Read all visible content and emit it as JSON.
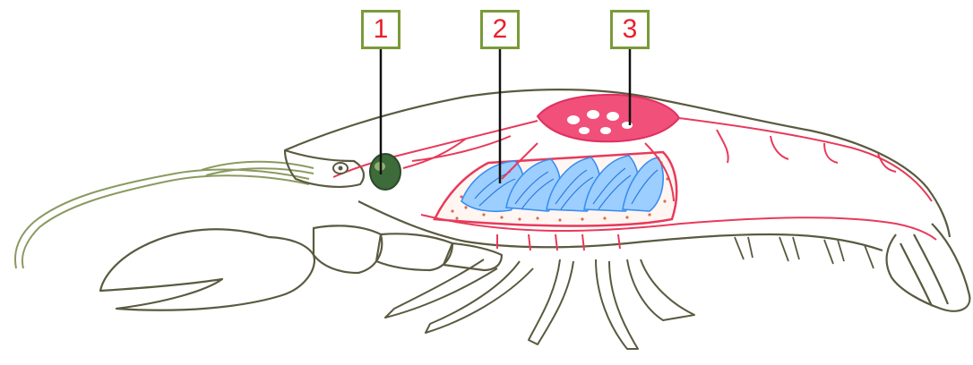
{
  "labels": [
    {
      "number": "1"
    },
    {
      "number": "2"
    },
    {
      "number": "3"
    }
  ],
  "colors": {
    "outline": "#5a5a40",
    "vessel": "#e83a5a",
    "heart": "#f0507a",
    "gill": "#5aa8ff",
    "gill_dots": "#e06a50",
    "eye_organ": "#3d6b3a",
    "box_border": "#7a9a3a",
    "label_text": "#e8202a"
  }
}
